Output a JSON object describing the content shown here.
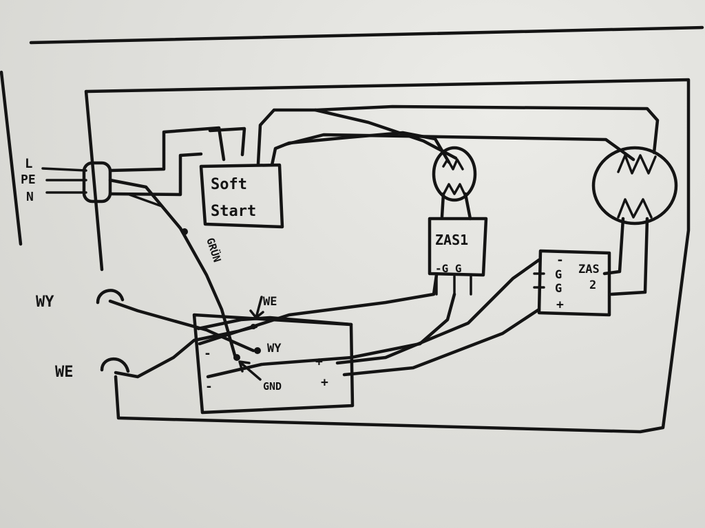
{
  "colors": {
    "ink": "#141414",
    "board": "#e3e3df"
  },
  "mains": {
    "l": "L",
    "pe": "PE",
    "n": "N"
  },
  "soft_start": {
    "line1": "Soft",
    "line2": "Start"
  },
  "zas1": {
    "title": "ZAS1",
    "pins": "-G G"
  },
  "zas2": {
    "minus": "-",
    "g1": "G",
    "g2": "G",
    "plus": "+",
    "title_top": "ZAS",
    "title_bot": "2"
  },
  "cable_label": "GRÜN",
  "panel": {
    "we_top": "WE",
    "wy_mid": "WY",
    "gnd": "GND",
    "minus1": "-",
    "minus2": "-",
    "plus1": "+",
    "plus2": "+"
  },
  "sockets": {
    "wy": "WY",
    "we": "WE"
  }
}
